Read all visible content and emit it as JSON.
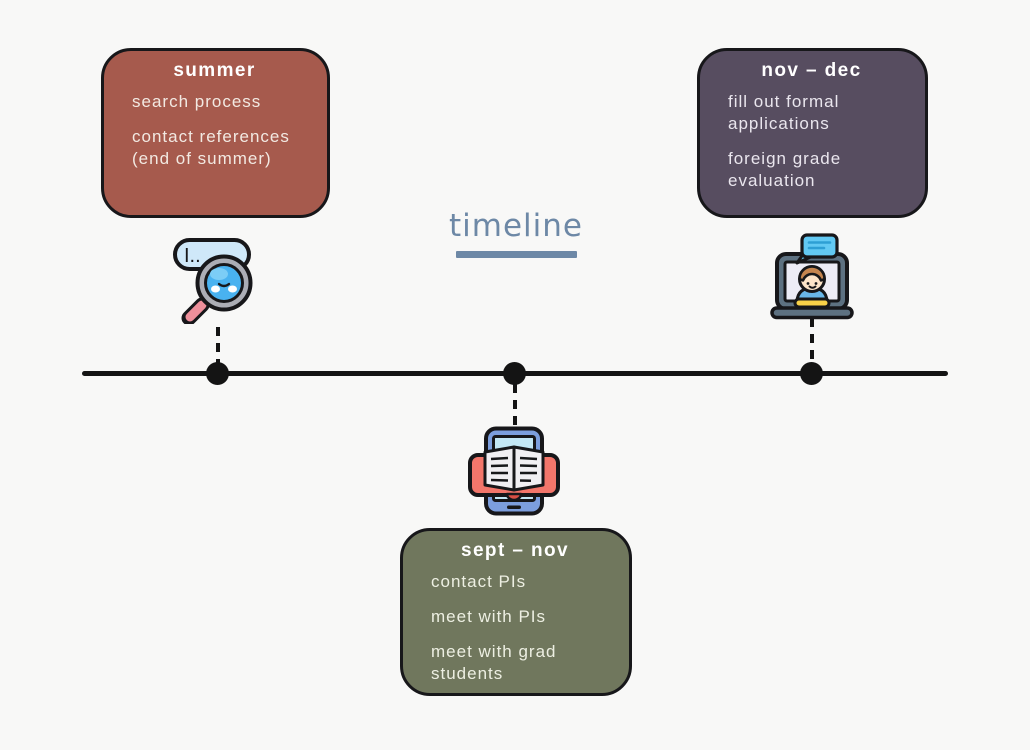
{
  "page": {
    "title": "timeline",
    "background": "#f8f8f7",
    "title_color": "#6d88a6"
  },
  "cards": [
    {
      "key": "summer",
      "title": "summer",
      "items": [
        "search process",
        "contact references (end of summer)"
      ],
      "color": "#a65a4d",
      "text_color": "#f2e9e2"
    },
    {
      "key": "nov-dec",
      "title": "nov – dec",
      "items": [
        "fill out formal applications",
        "foreign grade evaluation"
      ],
      "color": "#574d60",
      "text_color": "#eae6ee"
    },
    {
      "key": "sept-nov",
      "title": "sept – nov",
      "items": [
        "contact PIs",
        "meet with PIs",
        "meet with grad students"
      ],
      "color": "#70775d",
      "text_color": "#edefe2"
    }
  ],
  "icons": {
    "search": {
      "name": "search-magnifier-icon",
      "label": "I.."
    },
    "ebook": {
      "name": "ebook-reader-icon"
    },
    "video_call": {
      "name": "laptop-video-call-icon"
    }
  },
  "colors": {
    "axis": "#141414",
    "card_border": "#17171a",
    "card_title_text": "#ffffff",
    "search_pill": "#cfe8f9",
    "search_lens": "#49b2f0",
    "search_handle": "#ee8f9b",
    "ebook_tablet": "#7c9edd",
    "ebook_screen": "#c3e7f5",
    "ebook_book_frame": "#f3766b",
    "laptop_body": "#5d7181",
    "laptop_bubble": "#62c9f3",
    "laptop_keyboard": "#f8d148"
  }
}
